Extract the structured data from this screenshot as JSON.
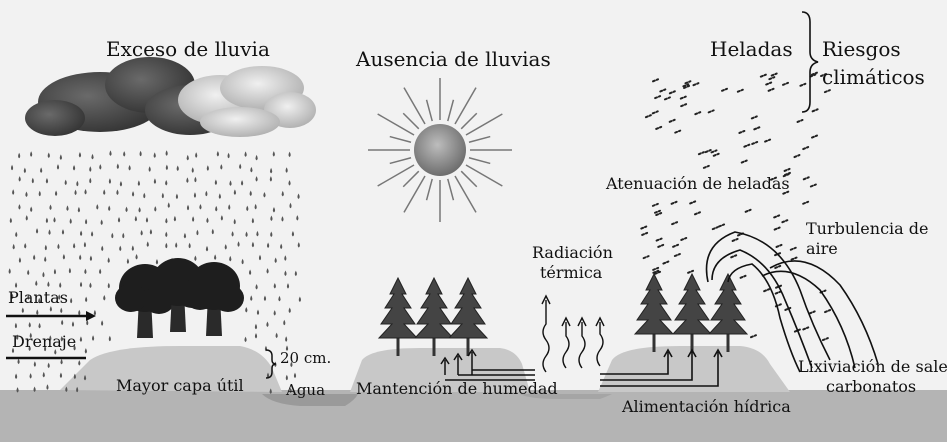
{
  "titles": {
    "excess_rain": "Exceso de lluvia",
    "no_rain": "Ausencia de lluvias",
    "frost": "Heladas",
    "climate_risks_line1": "Riesgos",
    "climate_risks_line2": "climáticos"
  },
  "labels": {
    "plants": "Plantas",
    "drainage": "Drenaje",
    "depth": "20 cm.",
    "useful_layer": "Mayor capa útil",
    "water": "Agua",
    "moisture": "Mantención de humedad",
    "radiation_line1": "Radiación",
    "radiation_line2": "térmica",
    "frost_attenuation": "Atenuación de heladas",
    "turbulence_line1": "Turbulencia de",
    "turbulence_line2": "aire",
    "water_supply": "Alimentación hídrica",
    "leaching_line1": "Lixiviación de sales",
    "leaching_line2": "carbonatos"
  },
  "colors": {
    "background": "#f2f2f2",
    "ground": "#b4b4b4",
    "mound": "#c8c8c8",
    "water": "#9a9a9a",
    "ink": "#111111"
  }
}
